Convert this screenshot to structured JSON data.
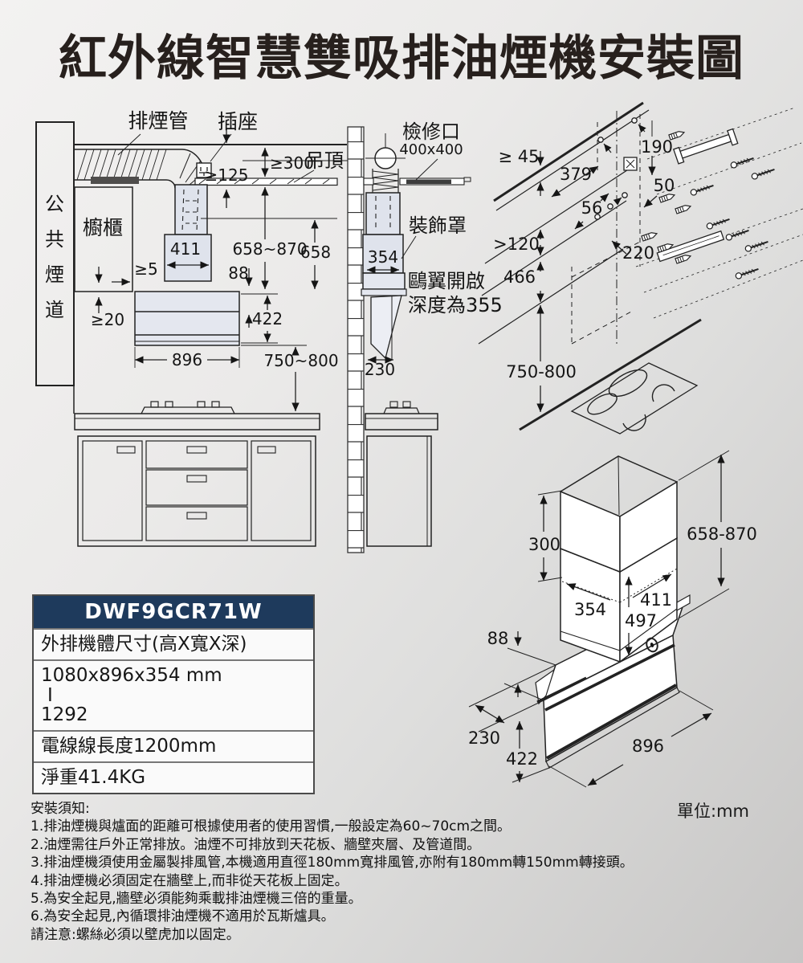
{
  "title": "紅外線智慧雙吸排油煙機安裝圖",
  "unit_note": "單位:mm",
  "left_view": {
    "exhaust_pipe_label": "排煙管",
    "socket_label": "插座",
    "ceiling_label": "吊頂",
    "flue_char_1": "公",
    "flue_char_2": "共",
    "flue_char_3": "煙",
    "flue_char_4": "道",
    "cabinet_label": "櫥櫃",
    "dim_min300": "≥300",
    "dim_min125": "≥125",
    "dim_411": "411",
    "dim_658_870": "658~870",
    "dim_658": "658",
    "dim_min5": "≥5",
    "dim_88": "88",
    "dim_min20": "≥20",
    "dim_422": "422",
    "dim_896": "896",
    "dim_750_800": "750~800"
  },
  "side_view": {
    "inspection_label": "檢修口",
    "inspection_size": "400x400",
    "cover_label": "裝飾罩",
    "wing_label_line1": "鷗翼開啟",
    "wing_label_line2": "深度為355",
    "dim_354": "354",
    "dim_230": "230"
  },
  "mount_view": {
    "dim_min45": "≥ 45",
    "dim_190": "190",
    "dim_379": "379",
    "dim_50": "50",
    "dim_56": "56",
    "dim_min120": ">120",
    "dim_466": "466",
    "dim_220": "220",
    "dim_750_800": "750-800"
  },
  "iso_view": {
    "dim_300": "300",
    "dim_658_870": "658-870",
    "dim_354": "354",
    "dim_411": "411",
    "dim_497": "497",
    "dim_88": "88",
    "dim_230": "230",
    "dim_422": "422",
    "dim_896": "896"
  },
  "spec_table": {
    "model": "DWF9GCR71W",
    "size_label": "外排機體尺寸(高X寬X深)",
    "size_value_line1": "1080x896x354 mm",
    "size_value_line2": "I",
    "size_value_line3": "1292",
    "cord_row": "電線線長度1200mm",
    "weight_row": "淨重41.4KG"
  },
  "notes": {
    "heading": "安裝須知:",
    "items": [
      "1.排油煙機與爐面的距離可根據使用者的使用習慣,一般設定為60~70cm之間。",
      "2.油煙需往戶外正常排放。油煙不可排放到天花板、牆壁夾層、及管道間。",
      "3.排油煙機須使用金屬製排風管,本機適用直徑180mm寬排風管,亦附有180mm轉150mm轉接頭。",
      "4.排油煙機必須固定在牆壁上,而非從天花板上固定。",
      "5.為安全起見,牆壁必須能夠乘載排油煙機三倍的重量。",
      "6.為安全起見,內循環排油煙機不適用於瓦斯爐具。",
      "請注意:螺絲必須以壁虎加以固定。"
    ]
  },
  "colors": {
    "accent_navy": "#1e3a5c",
    "line": "#222222",
    "panel_fill": "#dfe3ec"
  }
}
